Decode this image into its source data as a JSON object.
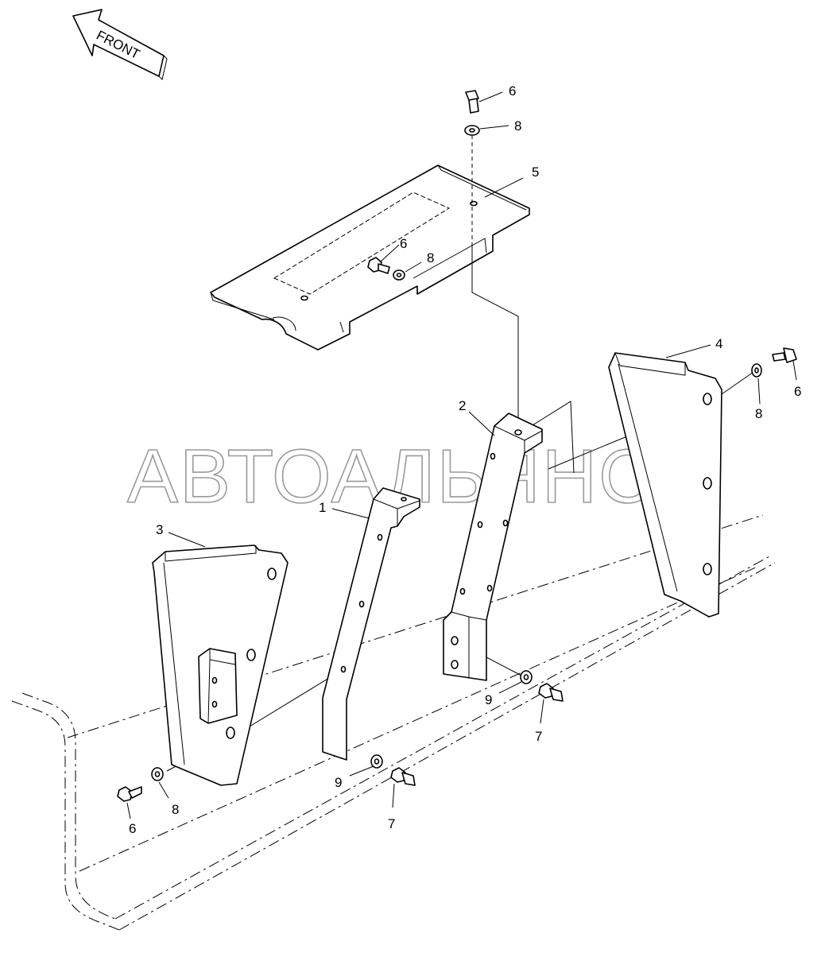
{
  "front_arrow": {
    "label": "FRONT",
    "icon": "front-arrow-icon"
  },
  "watermark": "АВТОАЛЬЯНС",
  "callouts": {
    "c1": "1",
    "c2": "2",
    "c3": "3",
    "c4": "4",
    "c5": "5",
    "c6_top": "6",
    "c8_top": "8",
    "c6_panel": "6",
    "c8_panel": "8",
    "c6_right": "6",
    "c8_right": "8",
    "c6_left": "6",
    "c8_left": "8",
    "c9_mid": "9",
    "c7_mid": "7",
    "c9_right": "9",
    "c7_right": "7"
  }
}
